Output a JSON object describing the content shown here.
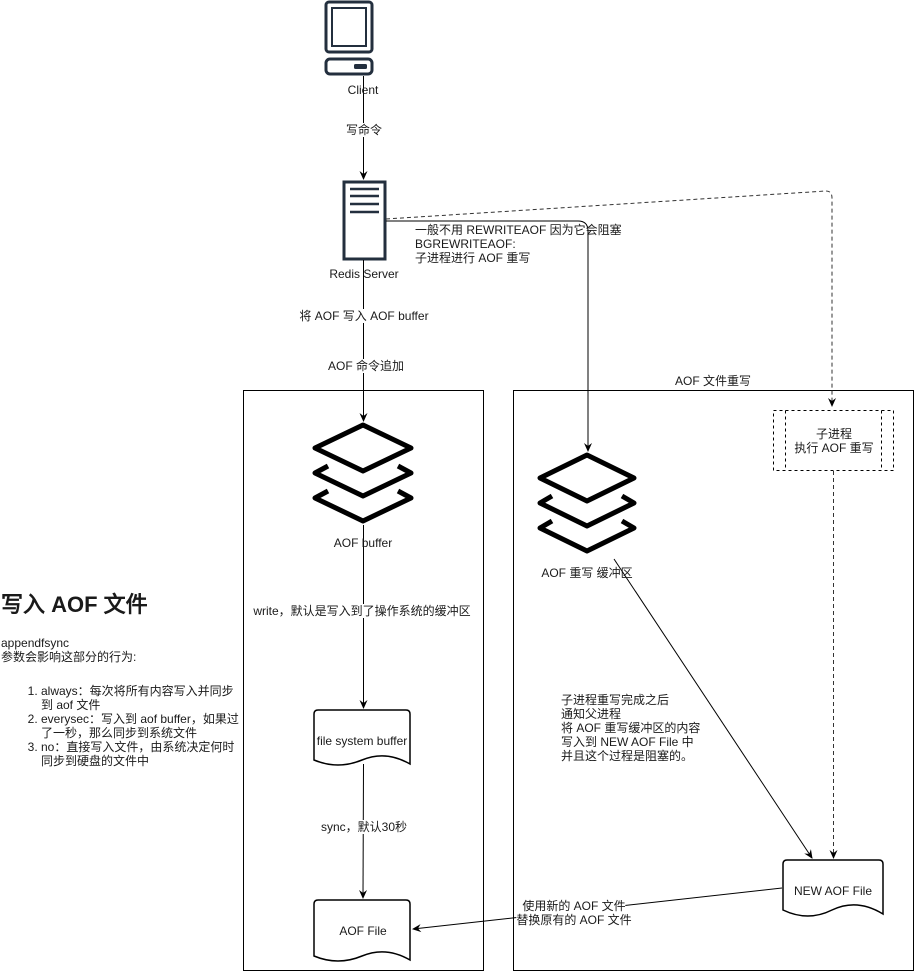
{
  "nodes": {
    "client": {
      "label": "Client",
      "icon": "computer-icon"
    },
    "redis_server": {
      "label": "Redis Server",
      "icon": "server-icon"
    },
    "aof_buffer": {
      "label": "AOF buffer",
      "icon": "layers-icon"
    },
    "rewrite_buffer": {
      "label": "AOF 重写 缓冲区",
      "icon": "layers-icon"
    },
    "fs_buffer": {
      "label": "file system buffer"
    },
    "aof_file": {
      "label": "AOF File"
    },
    "new_aof_file": {
      "label": "NEW AOF File"
    },
    "child_process": {
      "line1": "子进程",
      "line2": "执行 AOF 重写"
    }
  },
  "edges": {
    "write_cmd": "写命令",
    "write_to_buffer": "将 AOF 写入 AOF buffer",
    "append": "AOF 命令追加",
    "write_default": "write，默认是写入到了操作系统的缓冲区",
    "sync_default": "sync，默认30秒",
    "rewrite_note_1": "一般不用 REWRITEAOF 因为它会阻塞",
    "rewrite_note_2": "BGREWRITEAOF:",
    "rewrite_note_3": "子进程进行 AOF 重写",
    "notify_1": "子进程重写完成之后",
    "notify_2": "通知父进程",
    "notify_3": "将 AOF 重写缓冲区的内容",
    "notify_4": "写入到  NEW AOF File 中",
    "notify_5": "并且这个过程是阻塞的。",
    "replace_1": "使用新的 AOF 文件",
    "replace_2": "替换原有的 AOF 文件"
  },
  "groups": {
    "rewrite_section": {
      "title": "AOF 文件重写"
    }
  },
  "sidebar": {
    "title": "写入 AOF 文件",
    "intro_1": "appendfsync",
    "intro_2": "参数会影响这部分的行为:",
    "items": [
      "always：每次将所有内容写入并同步到 aof 文件",
      "everysec：写入到 aof buffer，如果过了一秒，那么同步到系统文件",
      "no：直接写入文件，由系统决定何时同步到硬盘的文件中"
    ]
  },
  "colors": {
    "icon": "#232f3e",
    "stroke": "#000000",
    "dashed": "#333333"
  }
}
